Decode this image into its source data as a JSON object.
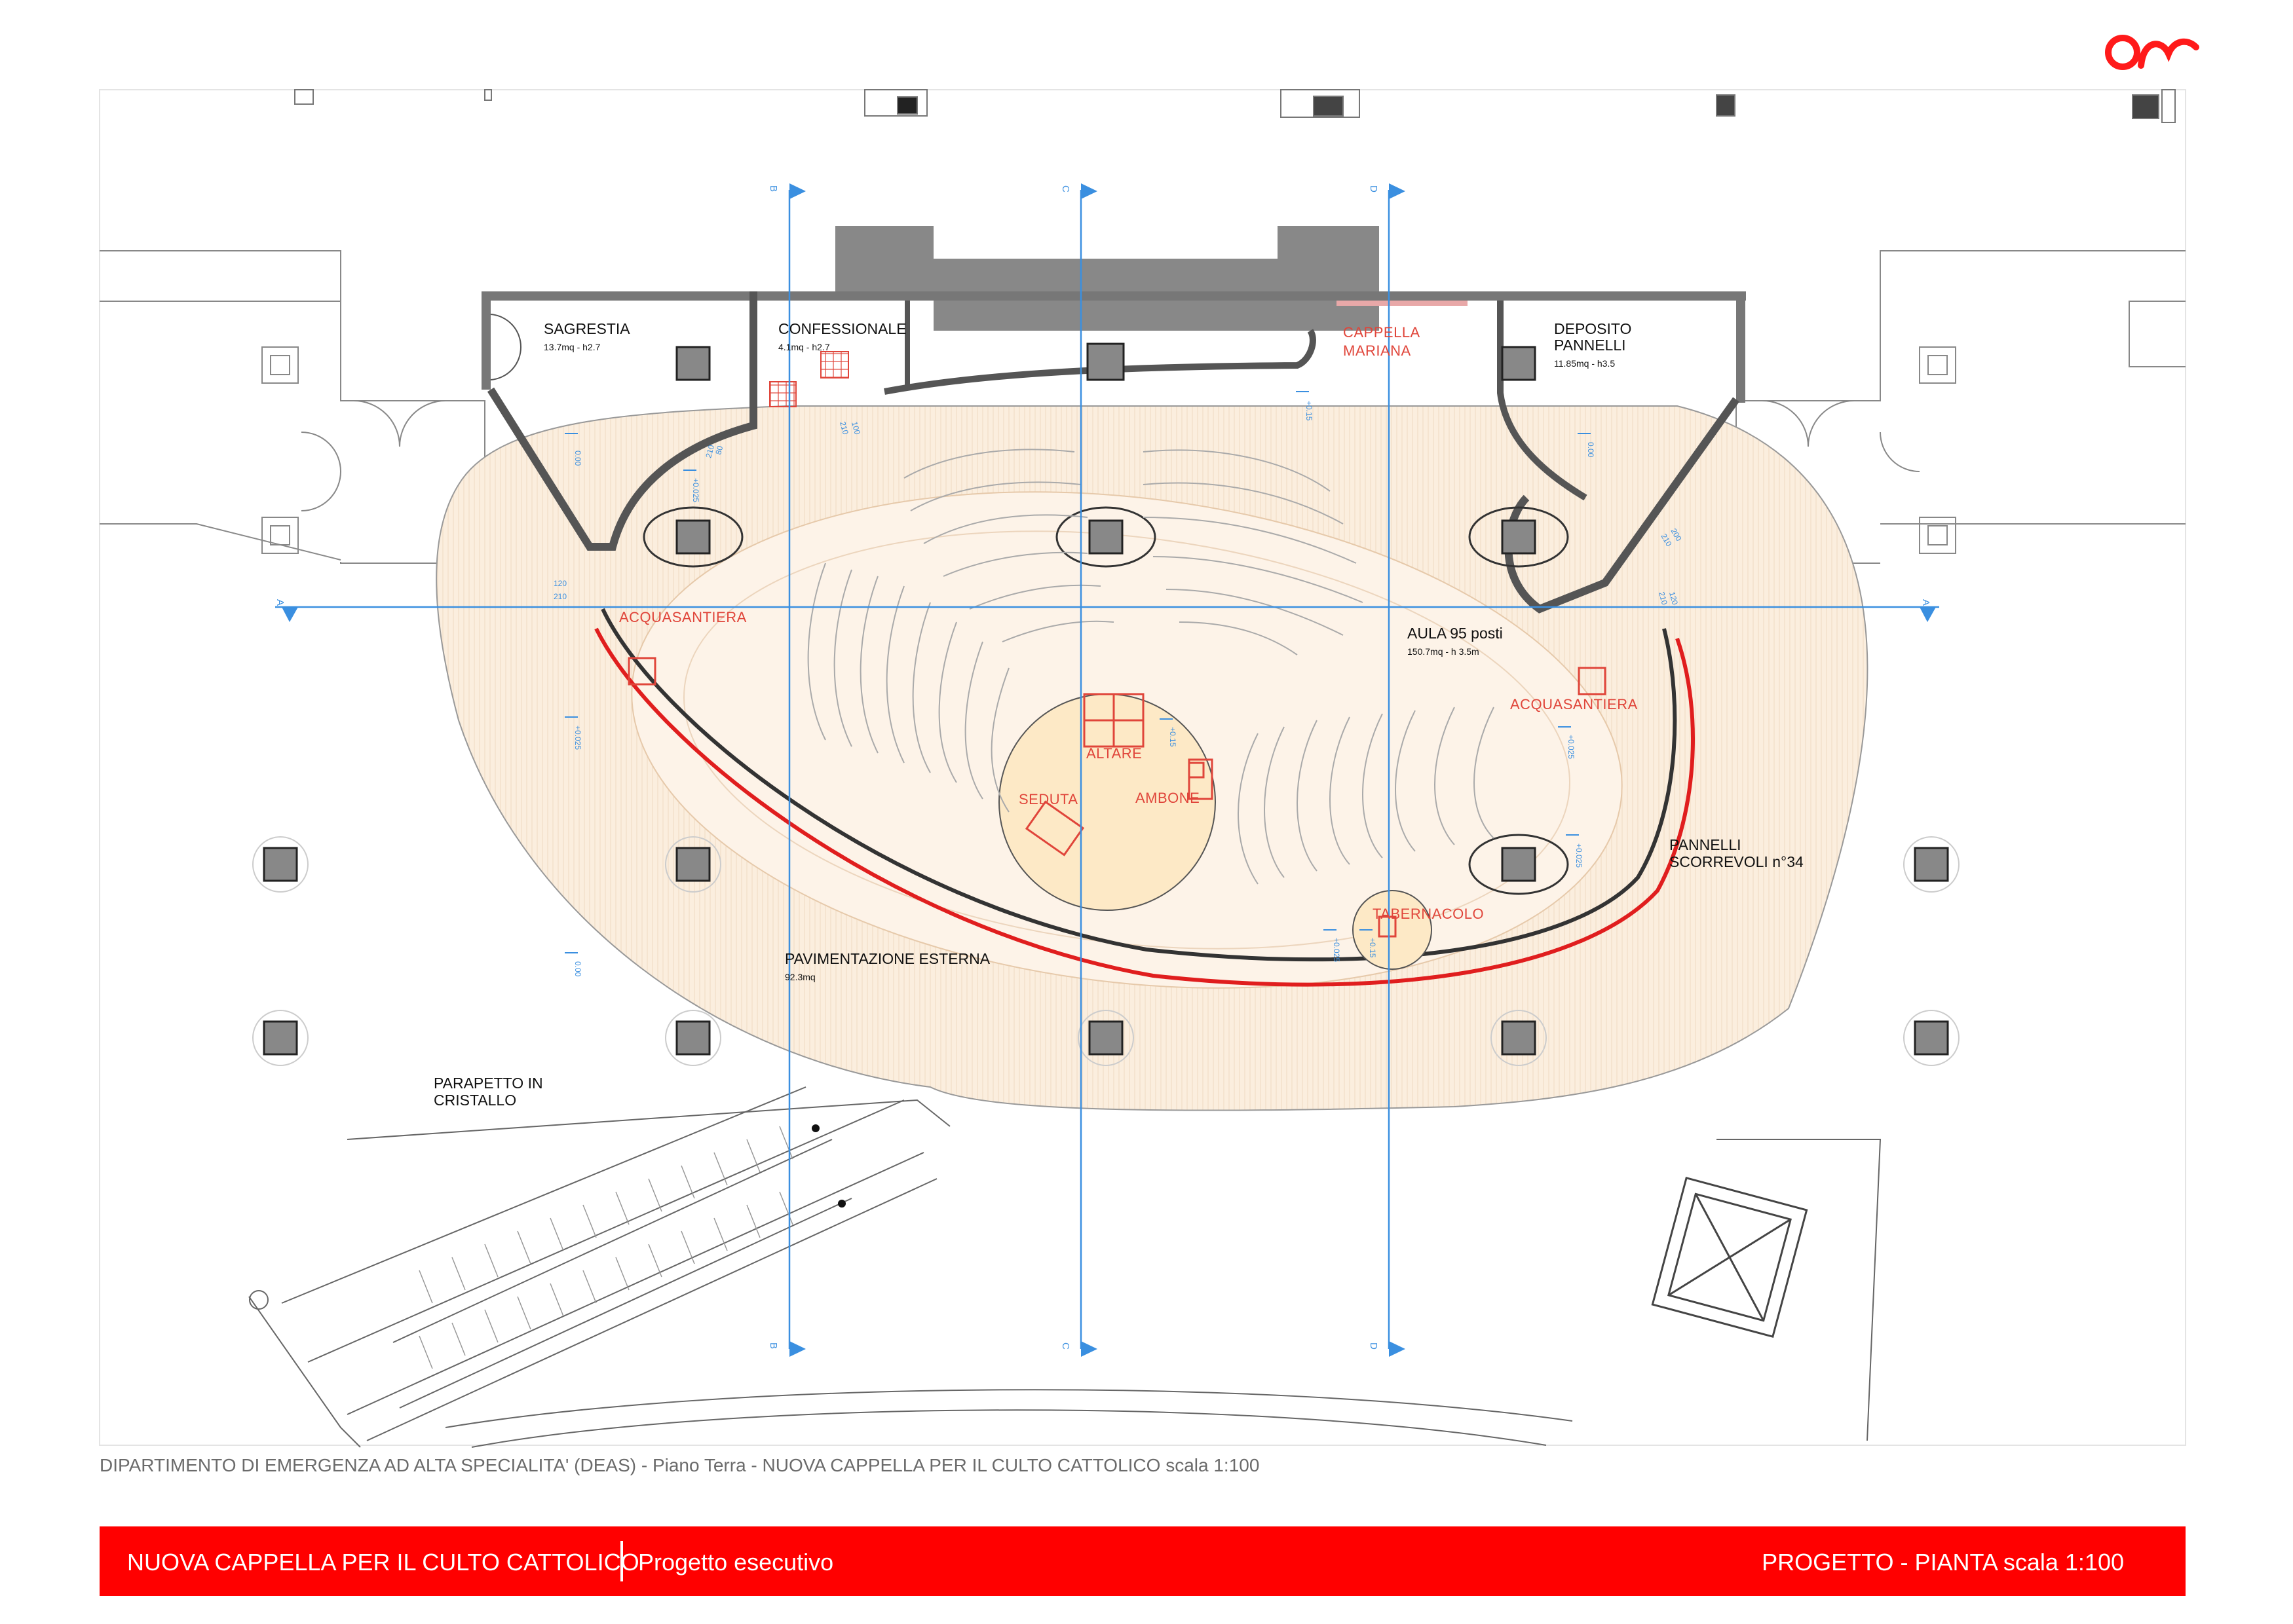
{
  "sheet": {
    "caption": "DIPARTIMENTO DI EMERGENZA AD ALTA SPECIALITA' (DEAS) - Piano Terra - NUOVA CAPPELLA PER IL CULTO CATTOLICO scala 1:100"
  },
  "footer": {
    "project_title": "NUOVA CAPPELLA PER IL CULTO CATTOLICO",
    "phase": "Progetto esecutivo",
    "drawing_title": "PROGETTO - PIANTA scala 1:100"
  },
  "colors": {
    "accent": "#ff0000",
    "axis": "#3a8fe0",
    "wall": "#555555",
    "floor": "#fbeede",
    "red_text": "#e0453a"
  },
  "rooms": {
    "sagrestia": {
      "name": "SAGRESTIA",
      "area": "13.7mq - h2.7"
    },
    "confessionale": {
      "name": "CONFESSIONALE",
      "area": "4.1mq - h2.7"
    },
    "cappella_mariana": {
      "line1": "CAPPELLA",
      "line2": "MARIANA"
    },
    "deposito": {
      "line1": "DEPOSITO",
      "line2": "PANNELLI",
      "area": "11.85mq - h3.5"
    },
    "aula": {
      "name": "AULA 95 posti",
      "area": "150.7mq - h 3.5m"
    },
    "pavimentazione": {
      "name": "PAVIMENTAZIONE ESTERNA",
      "area": "92.3mq"
    },
    "parapetto": {
      "line1": "PARAPETTO IN",
      "line2": "CRISTALLO"
    },
    "pannelli": {
      "line1": "PANNELLI",
      "line2": "SCORREVOLI n°34"
    }
  },
  "elements": {
    "acquasantiera_left": "ACQUASANTIERA",
    "acquasantiera_right": "ACQUASANTIERA",
    "altare": "ALTARE",
    "seduta": "SEDUTA",
    "ambone": "AMBONE",
    "tabernacolo": "TABERNACOLO"
  },
  "section_axes": {
    "a": "A",
    "b": "B",
    "c": "C",
    "d": "D"
  },
  "levels": {
    "l1": "0.00",
    "l2": "+0.025",
    "l3": "+0.15",
    "l4": "0.00",
    "l5": "+0.025",
    "l6": "0.00",
    "l7": "+0.15",
    "l8": "+0.025",
    "l9": "+0.025",
    "l10": "+0.025",
    "l11": "+0.15"
  },
  "dimensions": {
    "d1a": "120",
    "d1b": "210",
    "d2a": "80",
    "d2b": "210",
    "d3a": "100",
    "d3b": "210",
    "d4a": "200",
    "d4b": "210",
    "d5a": "120",
    "d5b": "210"
  }
}
